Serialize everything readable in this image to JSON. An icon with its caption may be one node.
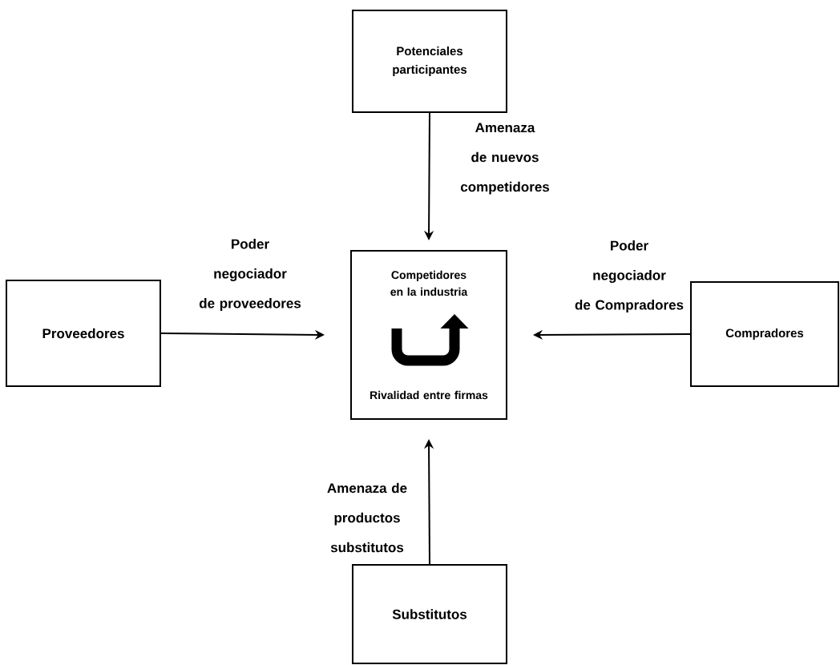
{
  "diagram": {
    "nodes": [
      {
        "text": [
          "Potenciales participantes"
        ]
      },
      {
        "text": [
          "Proveedores"
        ]
      },
      {
        "text": [
          "Competidores en la industria",
          "Rivalidad entre firmas"
        ]
      },
      {
        "text": [
          "Compradores"
        ]
      },
      {
        "text": [
          "Substitutos"
        ]
      }
    ],
    "edges": [
      {
        "from": 0,
        "to": 2,
        "arrow": "to",
        "label": "Amenaza de nuevos competidores"
      },
      {
        "from": 1,
        "to": 2,
        "arrow": "to",
        "label": "Poder negociador de proveedores"
      },
      {
        "from": 3,
        "to": 2,
        "arrow": "to",
        "label": "Poder negociador de Compradores"
      },
      {
        "from": 4,
        "to": 2,
        "arrow": "to",
        "label": "Amenaza de productos substitutos"
      }
    ]
  }
}
